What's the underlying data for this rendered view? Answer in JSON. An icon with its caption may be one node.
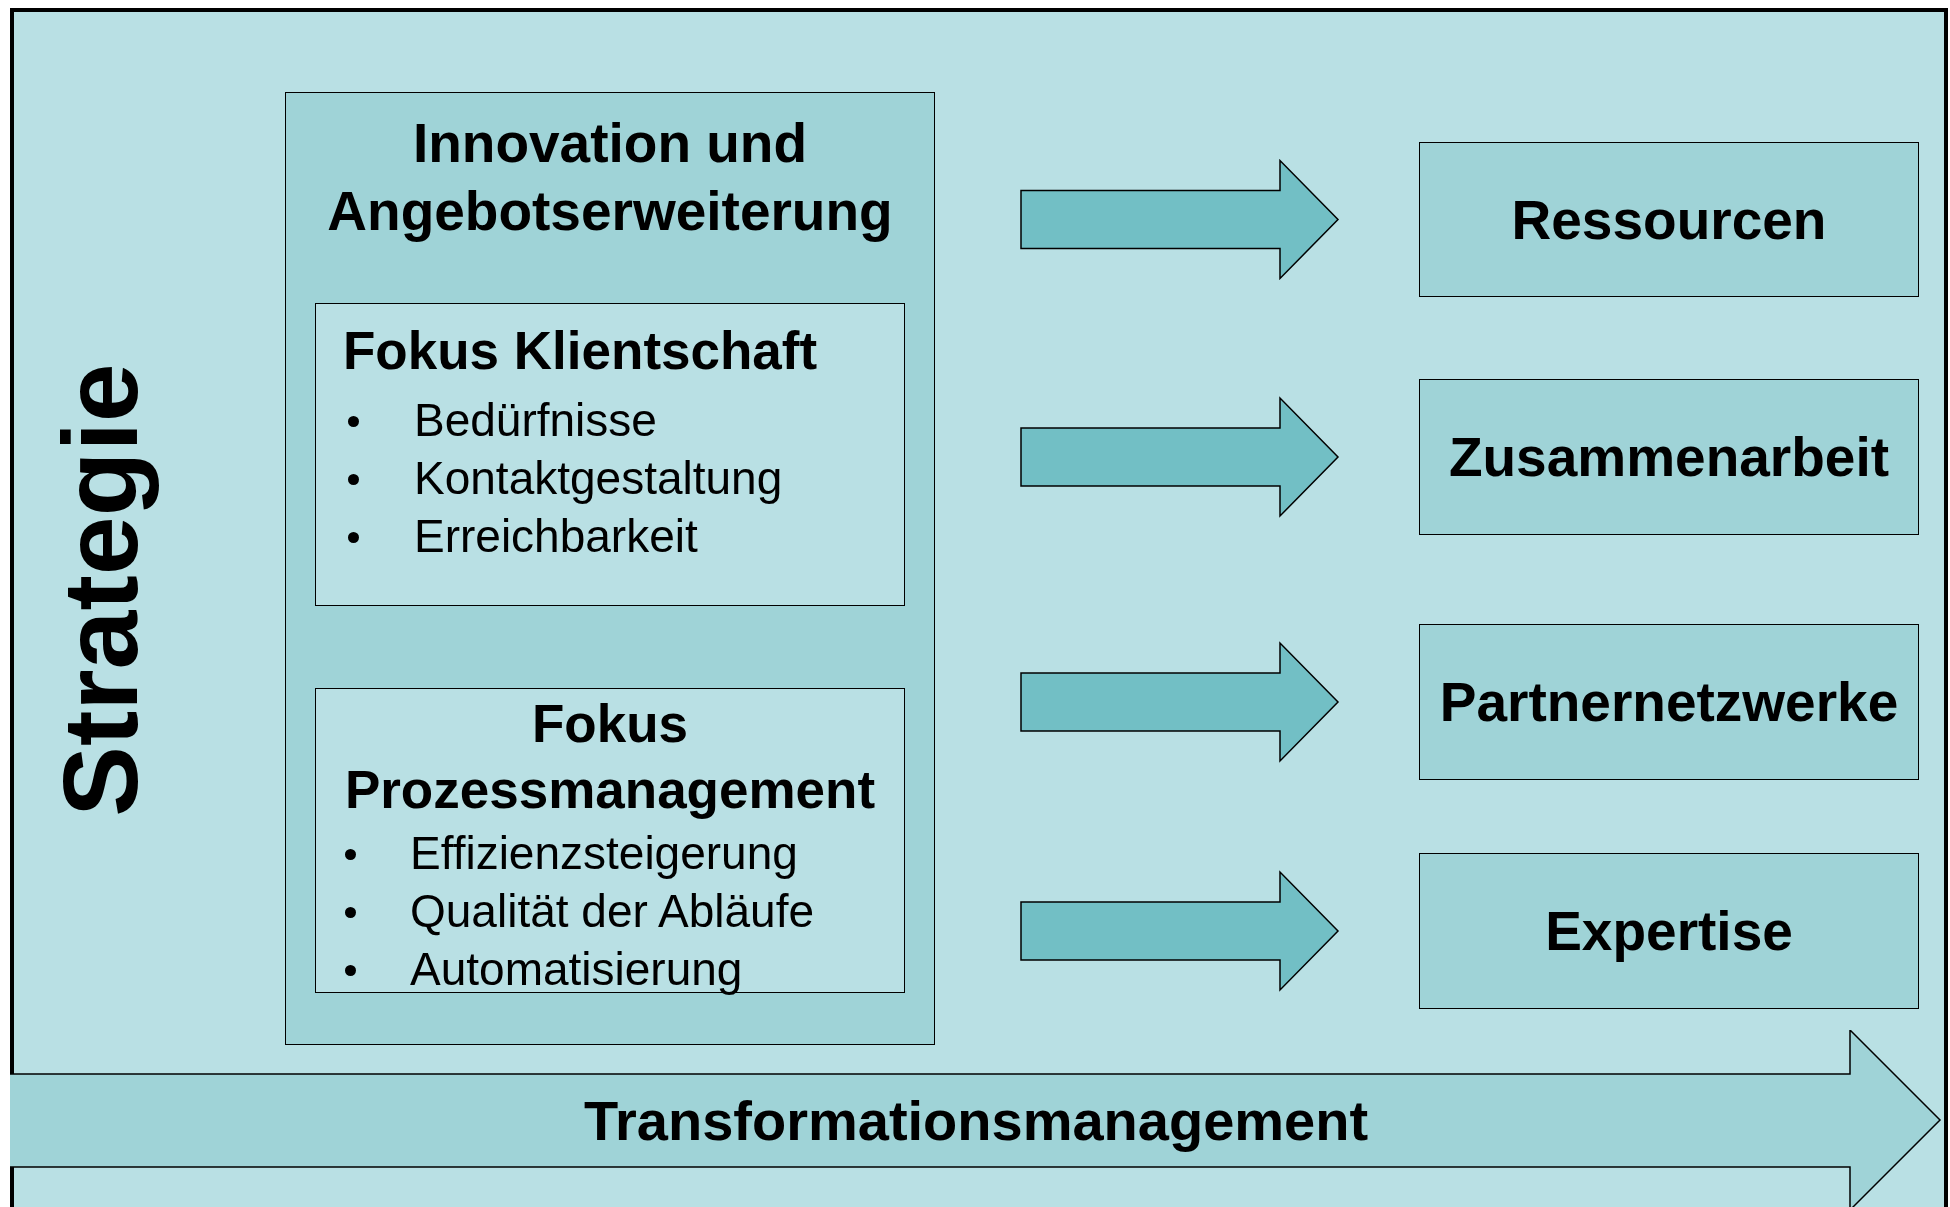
{
  "diagram": {
    "nodes": [
      {
        "text": [
          "Strategie"
        ]
      },
      {
        "text": [
          "Innovation und Angebotserweiterung"
        ],
        "in": 0
      },
      {
        "text": [
          "Fokus Klientschaft",
          "Bedürfnisse",
          "Kontaktgestaltung",
          "Erreichbarkeit"
        ],
        "in": 1
      },
      {
        "text": [
          "Fokus Prozessmanagement",
          "Effizienzsteigerung",
          "Qualität der Abläufe",
          "Automatisierung"
        ],
        "in": 1
      },
      {
        "text": [
          "Ressourcen"
        ],
        "in": 0
      },
      {
        "text": [
          "Zusammenarbeit"
        ],
        "in": 0
      },
      {
        "text": [
          "Partnernetzwerke"
        ],
        "in": 0
      },
      {
        "text": [
          "Expertise"
        ],
        "in": 0
      },
      {
        "text": [
          "Transformationsmanagement"
        ],
        "in": 0
      }
    ],
    "edges": [
      {
        "from": 1,
        "to": 4,
        "arrow": "to"
      },
      {
        "from": 1,
        "to": 5,
        "arrow": "to"
      },
      {
        "from": 1,
        "to": 6,
        "arrow": "to"
      },
      {
        "from": 1,
        "to": 7,
        "arrow": "to"
      }
    ]
  }
}
